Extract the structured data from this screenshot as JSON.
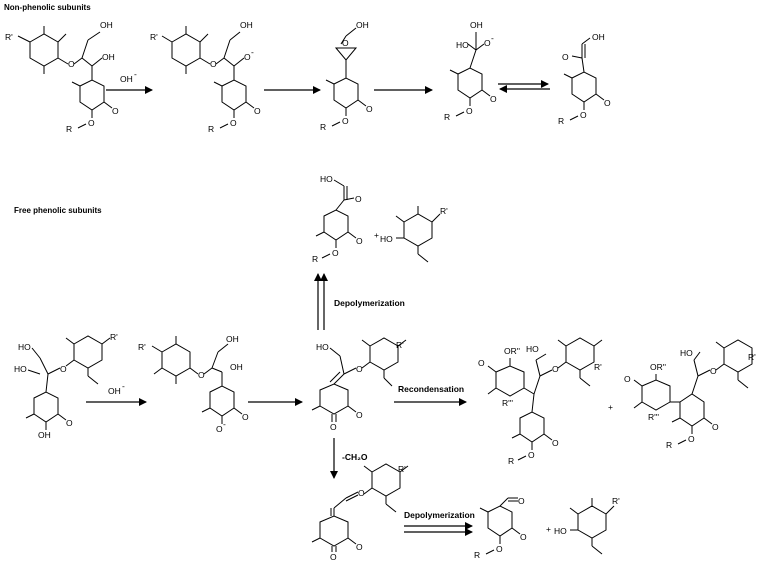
{
  "headers": {
    "non_phenolic": "Non-phenolic subunits",
    "free_phenolic": "Free phenolic subunits"
  },
  "conditions": {
    "oh_minus": "OH",
    "oh_minus_sup": "-",
    "depolymerization": "Depolymerization",
    "recondensation": "Recondensation",
    "minus_ch2o": "-CH₂O",
    "plus": "+"
  },
  "atoms": {
    "R": "R",
    "R_prime": "R'",
    "R_triple_prime": "R'''",
    "O": "O",
    "OH": "OH",
    "HO": "HO",
    "O_minus": "O",
    "minus_sup": "-",
    "OR_dprime": "OR''",
    "methoxy": "O"
  }
}
